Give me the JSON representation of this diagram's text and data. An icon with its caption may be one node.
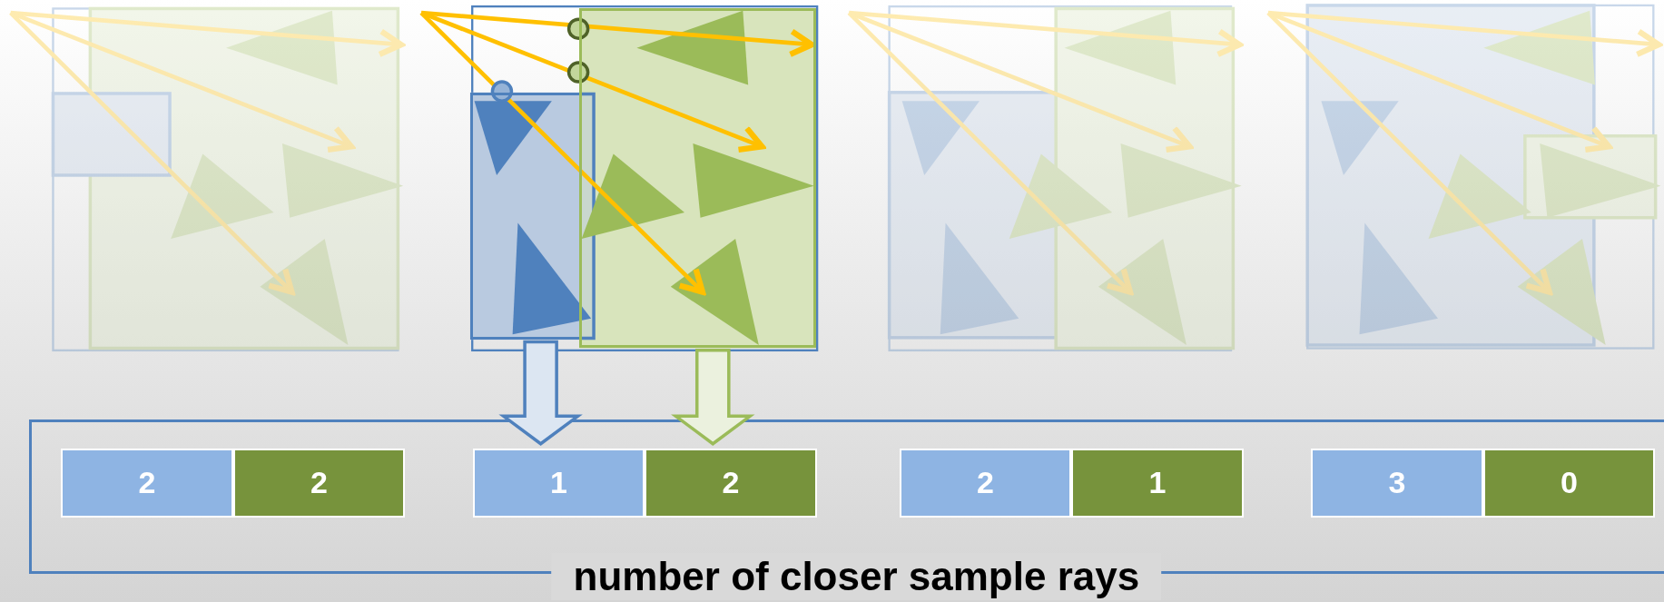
{
  "diagram": {
    "nodes": [
      {
        "text": [],
        "shape": "box"
      },
      {
        "text": [],
        "shape": "box"
      },
      {
        "text": [
          "number of closer sample rays"
        ]
      },
      {
        "text": [
          "2"
        ],
        "in": 2
      },
      {
        "text": [
          "2"
        ],
        "in": 2
      },
      {
        "text": [
          "1"
        ],
        "in": 2
      },
      {
        "text": [
          "2"
        ],
        "in": 2
      },
      {
        "text": [
          "2"
        ],
        "in": 2
      },
      {
        "text": [
          "1"
        ],
        "in": 2
      },
      {
        "text": [
          "3"
        ],
        "in": 2
      },
      {
        "text": [
          "0"
        ],
        "in": 2
      }
    ],
    "edges": [
      {
        "from": 0,
        "to": 5,
        "arrow": "to"
      },
      {
        "from": 1,
        "to": 6,
        "arrow": "to"
      }
    ]
  }
}
